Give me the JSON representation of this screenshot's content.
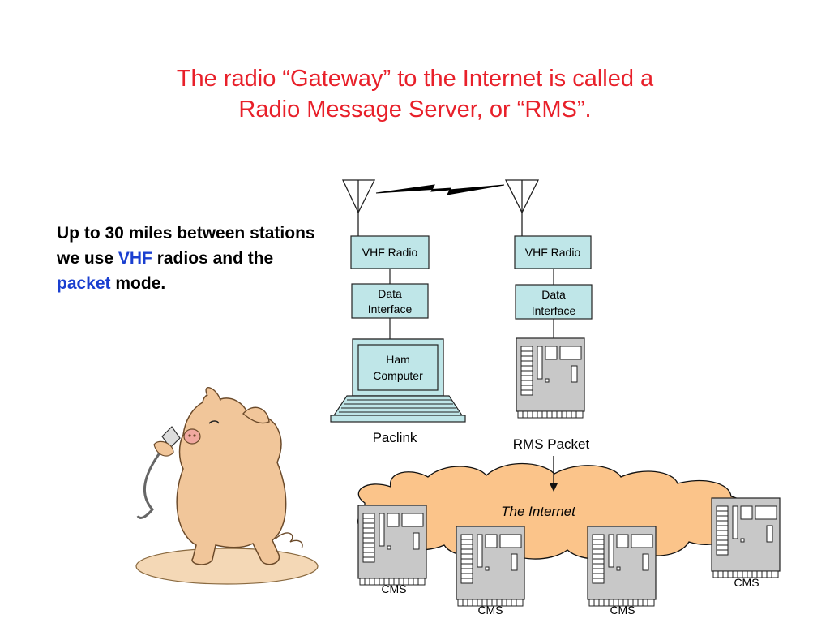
{
  "title": {
    "line1": "The radio “Gateway” to the Internet is called a",
    "line2": "Radio Message Server, or “RMS”."
  },
  "caption": {
    "part1": "Up to 30 miles between stations we use ",
    "highlight1": "VHF",
    "part2": " radios and the ",
    "highlight2": "packet",
    "part3": " mode."
  },
  "diagram": {
    "left_radio": "VHF Radio",
    "left_interface_line1": "Data",
    "left_interface_line2": "Interface",
    "computer_line1": "Ham",
    "computer_line2": "Computer",
    "left_station": "Paclink",
    "right_radio": "VHF Radio",
    "right_interface_line1": "Data",
    "right_interface_line2": "Interface",
    "right_station": "RMS Packet",
    "internet": "The Internet",
    "cms_servers": [
      "CMS",
      "CMS",
      "CMS",
      "CMS"
    ]
  },
  "colors": {
    "title": "#e8202a",
    "highlight": "#1a3fd0",
    "box_fill": "#bfe6e8",
    "cloud_fill": "#fbc48a",
    "server_fill": "#c8c8c8"
  }
}
